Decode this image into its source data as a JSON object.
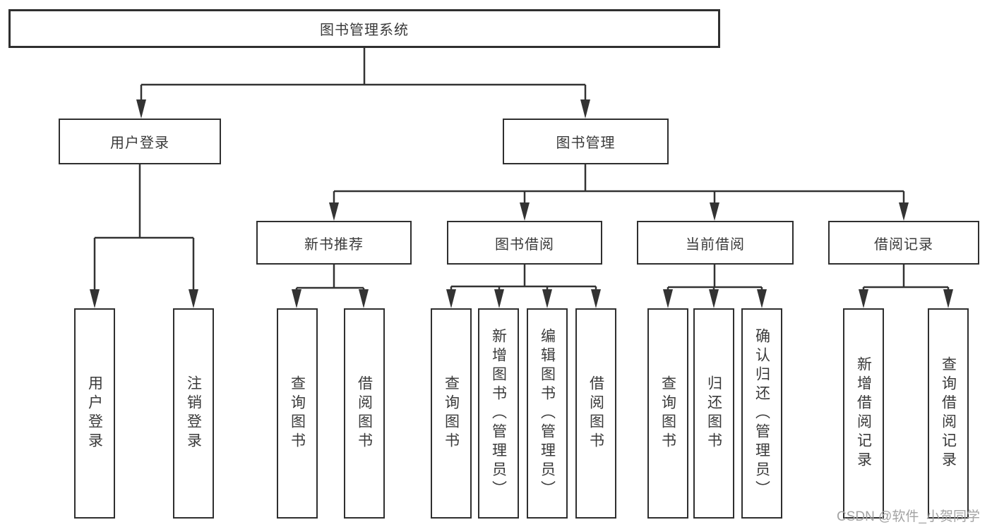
{
  "page": {
    "background": "#ffffff"
  },
  "colors": {
    "line": "#333333",
    "box_border": "#2f2f2f",
    "box_text": "#3a3a3a",
    "watermark": "#a3a3a3"
  },
  "tree": {
    "root": "图书管理系统",
    "branches": [
      {
        "label": "用户登录",
        "children": [
          "用户登录",
          "注销登录"
        ]
      },
      {
        "label": "图书管理",
        "sections": [
          {
            "label": "新书推荐",
            "children": [
              "查询图书",
              "借阅图书"
            ]
          },
          {
            "label": "图书借阅",
            "children": [
              "查询图书",
              "新增图书（管理员）",
              "编辑图书（管理员）",
              "借阅图书"
            ]
          },
          {
            "label": "当前借阅",
            "children": [
              "查询图书",
              "归还图书",
              "确认归还（管理员）"
            ]
          },
          {
            "label": "借阅记录",
            "children": [
              "新增借阅记录",
              "查询借阅记录"
            ]
          }
        ]
      }
    ]
  },
  "watermark": {
    "text": "CSDN @软件_小贺同学"
  }
}
